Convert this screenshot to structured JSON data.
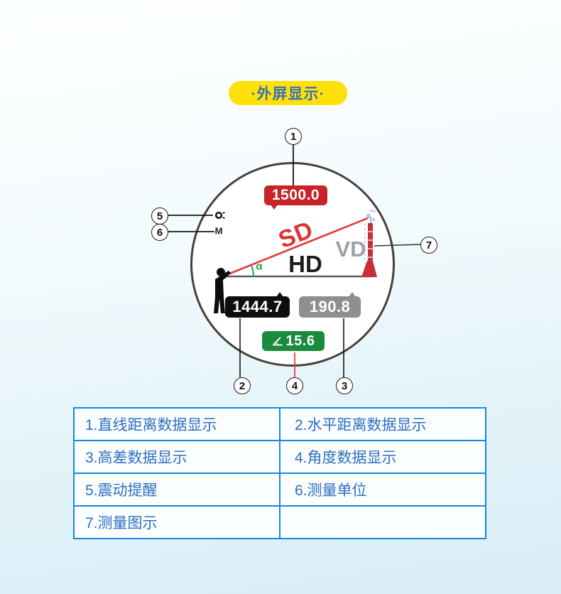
{
  "title": {
    "text": "·外屏显示·"
  },
  "display": {
    "straight_distance_value": "1500.0",
    "horizontal_distance_value": "1444.7",
    "height_difference_value": "190.8",
    "angle_value": "15.6",
    "sd_label": "SD",
    "hd_label": "HD",
    "vd_label": "VD",
    "alpha_label": "α",
    "unit_label": "M"
  },
  "callouts": {
    "c1": "1",
    "c2": "2",
    "c3": "3",
    "c4": "4",
    "c5": "5",
    "c6": "6",
    "c7": "7"
  },
  "legend": {
    "rows": [
      [
        "1.直线距离数据显示",
        "2.水平距离数据显示"
      ],
      [
        "3.高差数据显示",
        "4.角度数据显示"
      ],
      [
        "5.震动提醒",
        "6.测量单位"
      ],
      [
        "7.测量图示",
        ""
      ]
    ]
  },
  "colors": {
    "accent_yellow": "#ffe10a",
    "title_blue": "#3a70b8",
    "table_border_blue": "#1787e0",
    "table_text_blue": "#2e6fbe",
    "badge_red": "#c9232a",
    "badge_black": "#0e0e0e",
    "badge_gray": "#8f8f8f",
    "badge_green": "#1a8a3d",
    "line_red": "#e03a3a",
    "angle_green": "#27a14b"
  }
}
